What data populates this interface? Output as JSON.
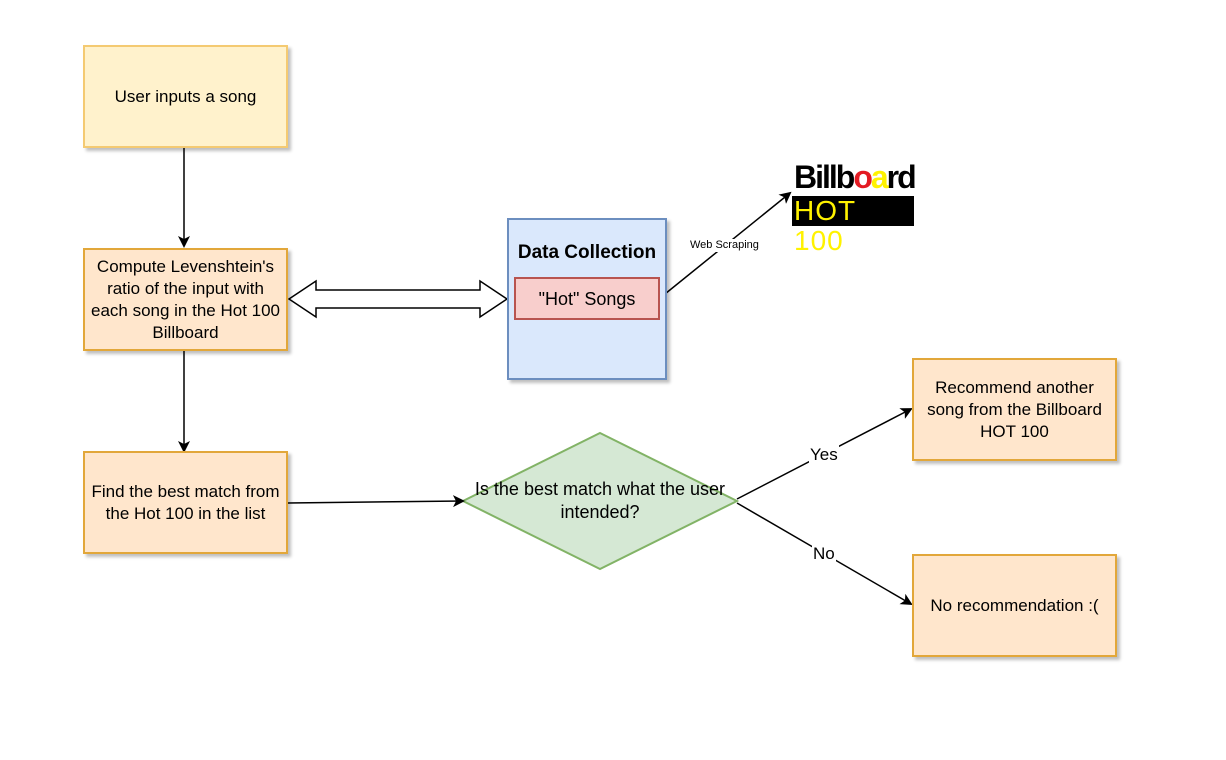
{
  "nodes": {
    "user_input": "User inputs a song",
    "compute": "Compute Levenshtein's ratio of the input with each song in the Hot 100 Billboard",
    "data_collection": "Data Collection",
    "hot_songs": "\"Hot\" Songs",
    "find_match": "Find the best match from the Hot 100 in the list",
    "decision": "Is the best match what the user intended?",
    "recommend": "Recommend another song from the Billboard HOT 100",
    "no_recommend": "No recommendation :("
  },
  "edges": {
    "web_scraping": "Web Scraping",
    "yes": "Yes",
    "no": "No"
  },
  "logo": {
    "word": "Billboard",
    "hot": "HOT 100",
    "colors": [
      "#e31b23",
      "#fff200",
      "#0072bc",
      "#e31b23"
    ]
  },
  "colors": {
    "yellow_fill": "#fff2cc",
    "orange_fill": "#ffe6cc",
    "blue_fill": "#dae8fc",
    "red_fill": "#f8cecc",
    "green_fill": "#d5e8d4"
  }
}
